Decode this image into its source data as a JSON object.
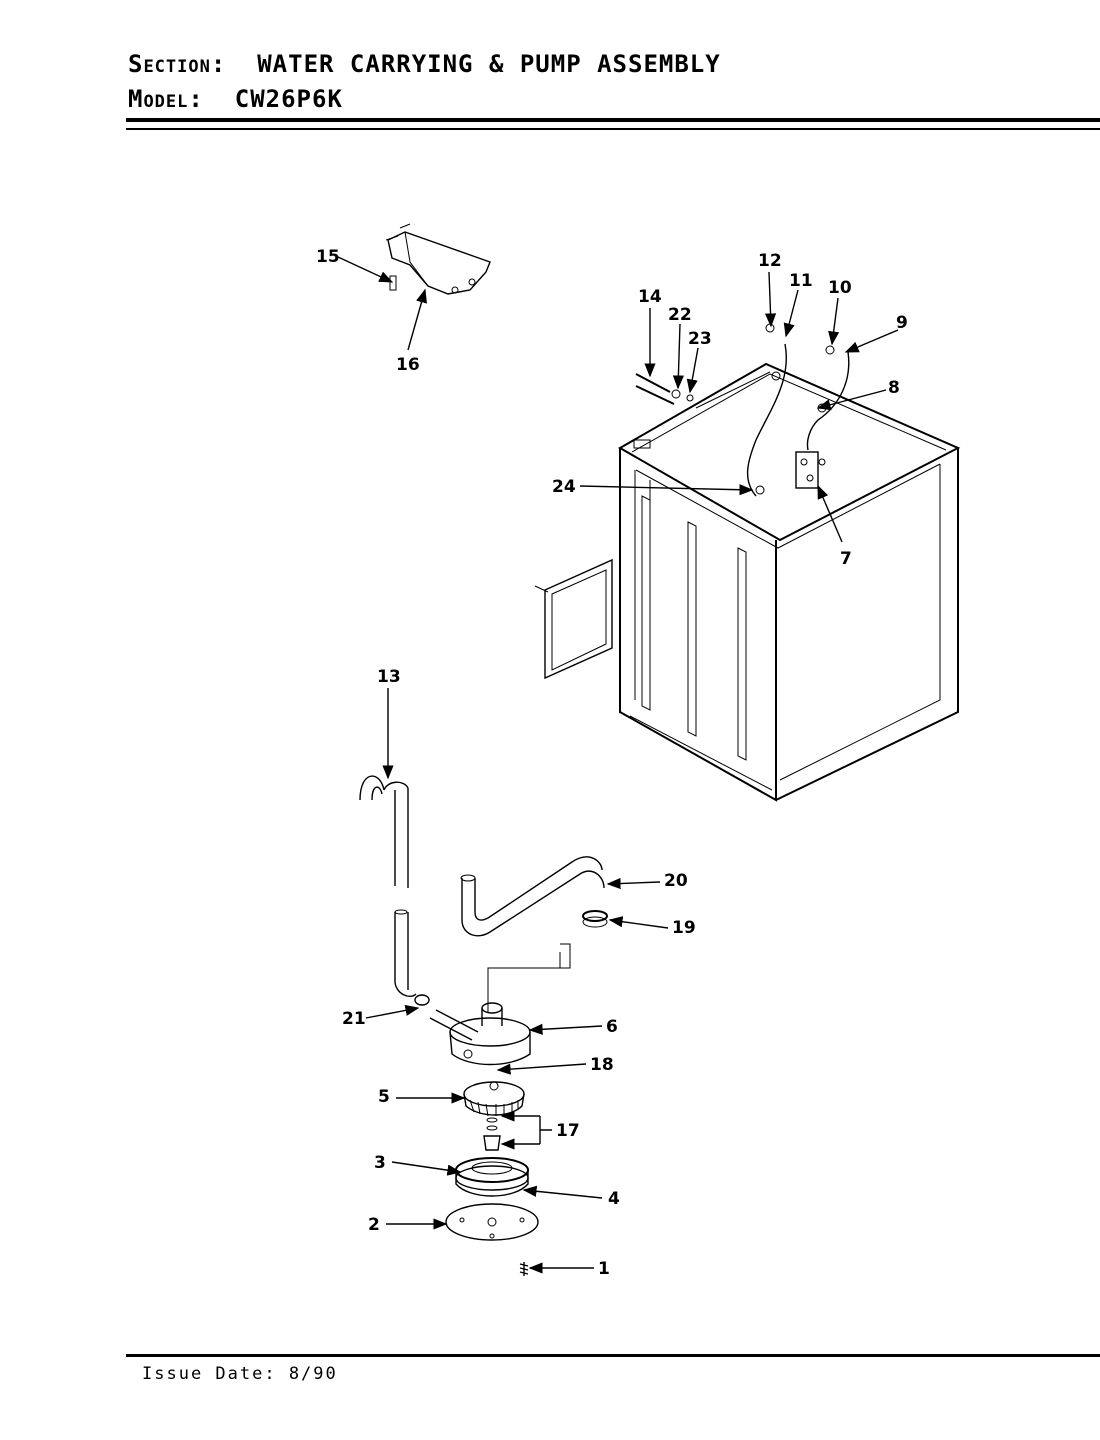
{
  "header": {
    "section_key": "Section:",
    "section_value": "WATER CARRYING & PUMP ASSEMBLY",
    "model_key": "Model:",
    "model_value": "CW26P6K"
  },
  "footer": {
    "issue_date": "Issue Date: 8/90"
  },
  "callouts": {
    "c1": "1",
    "c2": "2",
    "c3": "3",
    "c4": "4",
    "c5": "5",
    "c6": "6",
    "c7": "7",
    "c8": "8",
    "c9": "9",
    "c10": "10",
    "c11": "11",
    "c12": "12",
    "c13": "13",
    "c14": "14",
    "c15": "15",
    "c16": "16",
    "c17": "17",
    "c18": "18",
    "c19": "19",
    "c20": "20",
    "c21": "21",
    "c22": "22",
    "c23": "23",
    "c24": "24"
  }
}
